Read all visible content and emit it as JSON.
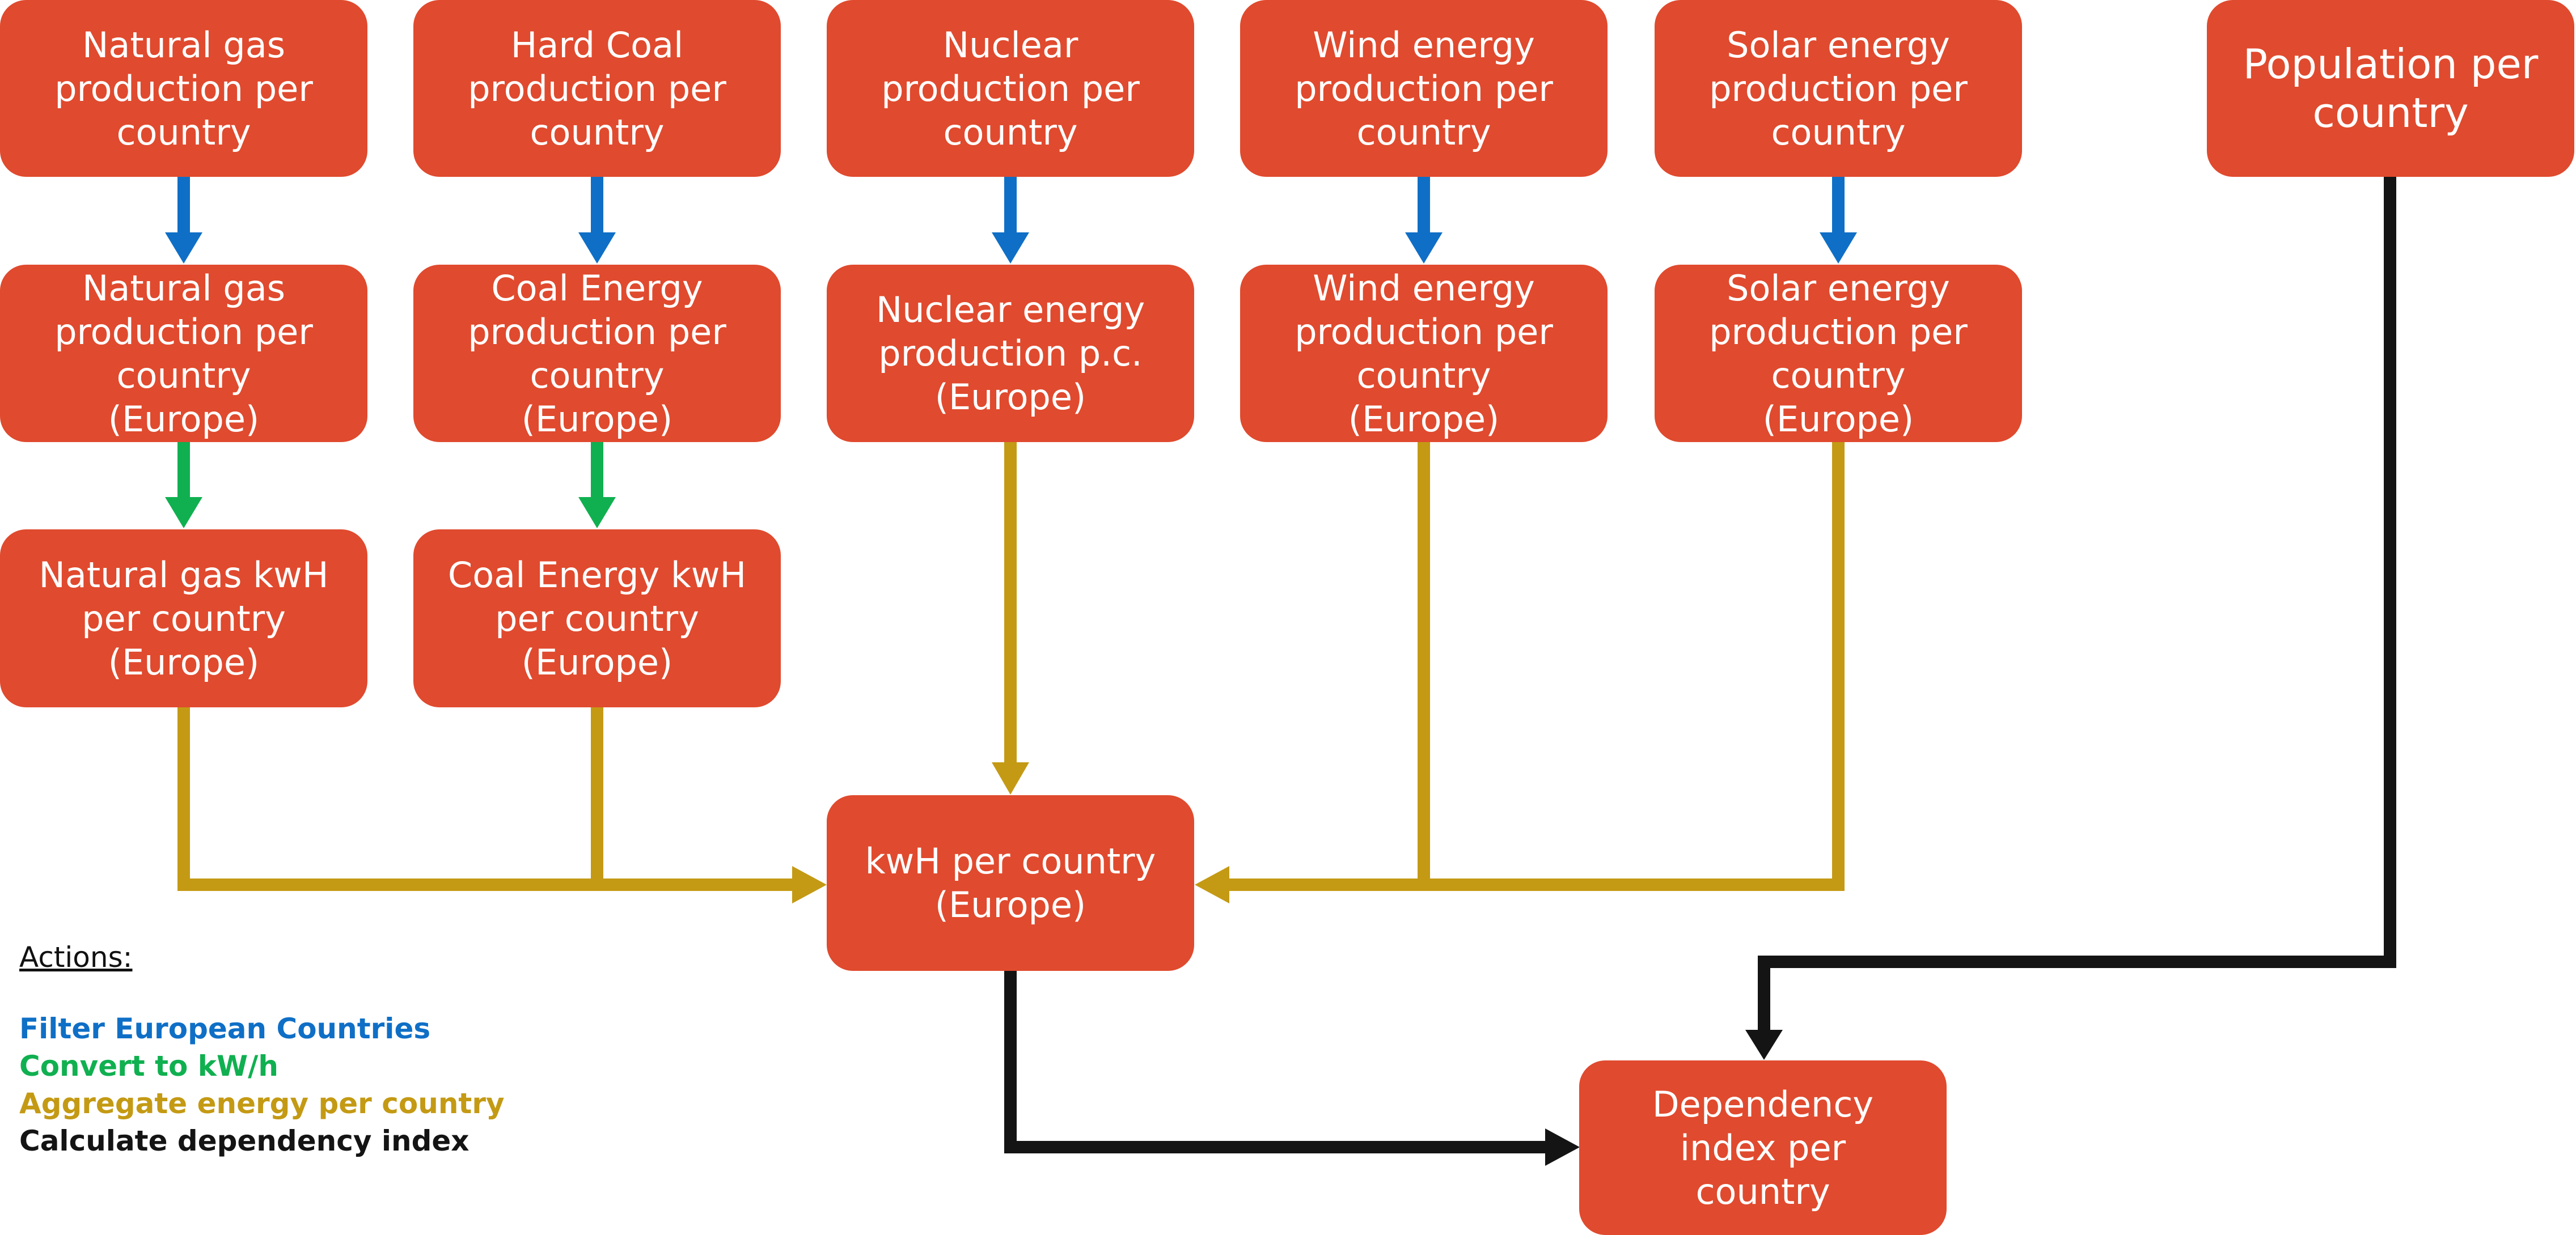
{
  "colors": {
    "node_fill": "#e04a2e",
    "filter": "#0f6fc6",
    "convert": "#10b050",
    "aggregate": "#c49a14",
    "calculate": "#141414"
  },
  "nodes": {
    "natural_gas_production": "Natural gas\nproduction per\ncountry",
    "hard_coal_production": "Hard Coal\nproduction per\ncountry",
    "nuclear_production": "Nuclear\nproduction per\ncountry",
    "wind_production": "Wind energy\nproduction per\ncountry",
    "solar_production": "Solar energy\nproduction per\ncountry",
    "population": "Population per\ncountry",
    "natural_gas_europe": "Natural gas\nproduction per\ncountry\n(Europe)",
    "coal_energy_europe": "Coal Energy\nproduction per\ncountry\n(Europe)",
    "nuclear_europe": "Nuclear energy\nproduction p.c.\n(Europe)",
    "wind_europe": "Wind energy\nproduction per\ncountry\n(Europe)",
    "solar_europe": "Solar energy\nproduction per\ncountry\n(Europe)",
    "natural_gas_kwh": "Natural gas kwH\nper country\n(Europe)",
    "coal_energy_kwh": "Coal Energy kwH\nper country\n(Europe)",
    "kwh_per_country": "kwH per country\n(Europe)",
    "dependency_index": "Dependency\nindex per\ncountry"
  },
  "legend": {
    "title": "Actions:",
    "items": [
      {
        "label": "Filter European Countries",
        "color": "#0f6fc6"
      },
      {
        "label": "Convert to kW/h",
        "color": "#10b050"
      },
      {
        "label": "Aggregate energy per country",
        "color": "#c49a14"
      },
      {
        "label": "Calculate dependency index",
        "color": "#141414"
      }
    ]
  }
}
